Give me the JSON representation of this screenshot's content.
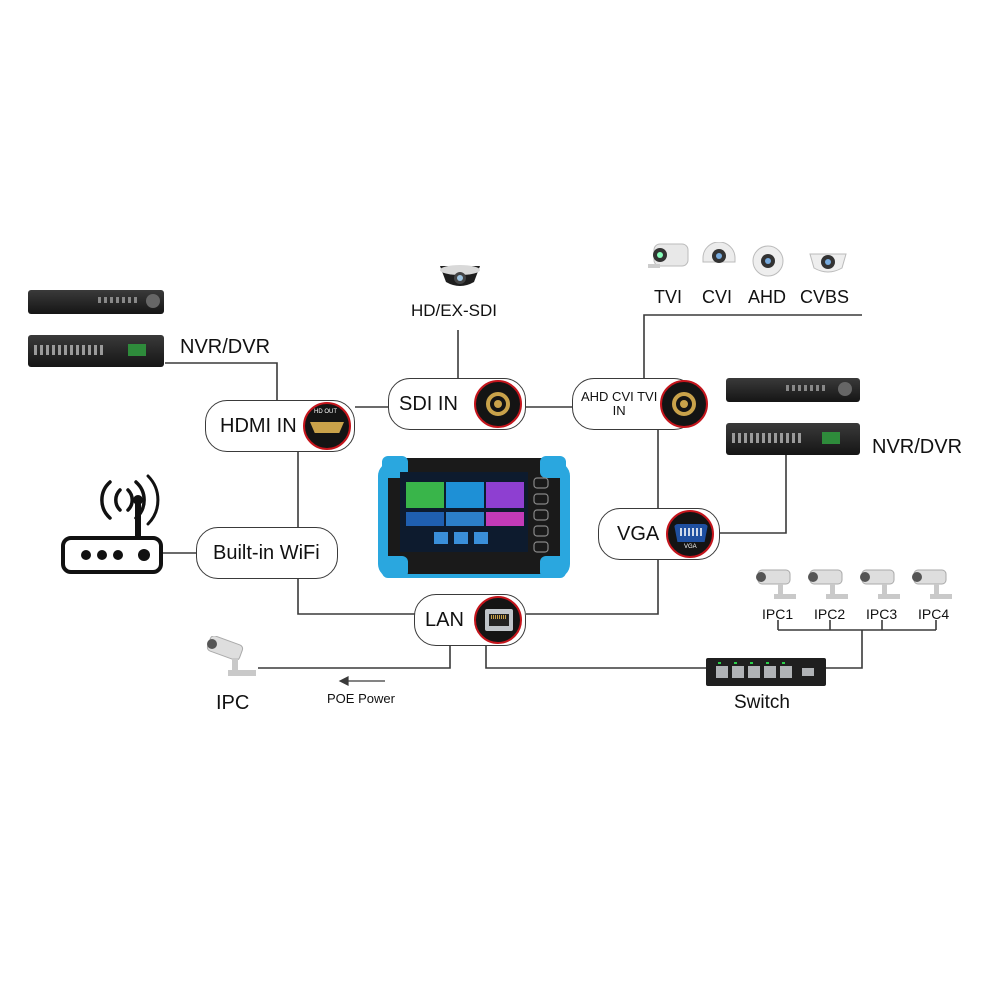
{
  "nodes": {
    "hdmi_in": "HDMI IN",
    "hdmi_port_text": "HD OUT",
    "sdi_in": "SDI IN",
    "analog_in": "AHD CVI TVI\nIN",
    "wifi": "Built-in WiFi",
    "vga": "VGA",
    "vga_port_text": "VGA",
    "lan": "LAN"
  },
  "devices": {
    "nvr_left": "NVR/DVR",
    "nvr_right": "NVR/DVR",
    "sdi_camera": "HD/EX-SDI",
    "ipc_single": "IPC",
    "poe": "POE Power",
    "switch": "Switch"
  },
  "analog_cameras": [
    "TVI",
    "CVI",
    "AHD",
    "CVBS"
  ],
  "ip_cameras": [
    "IPC1",
    "IPC2",
    "IPC3",
    "IPC4"
  ],
  "colors": {
    "line": "#3a3a3a",
    "port_ring": "#c4151c",
    "device_accent": "#2aa7df"
  }
}
